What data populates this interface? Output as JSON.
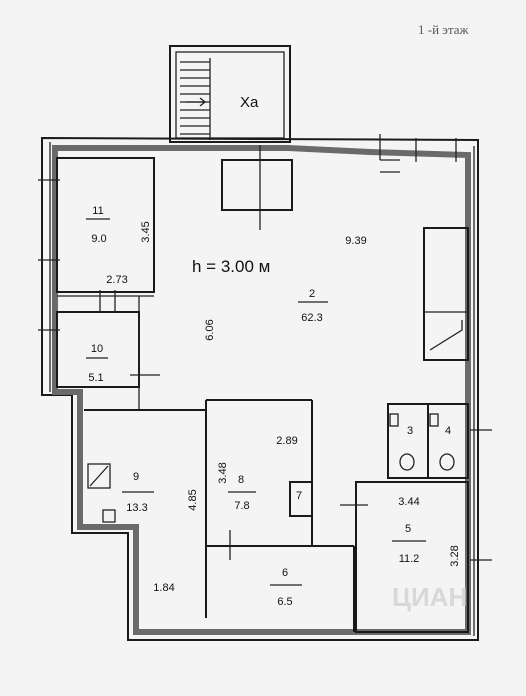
{
  "floor_label": "1 -й этаж",
  "height_label": "h = 3.00 м",
  "stair_label": "Ха",
  "watermark": "ЦИАН",
  "rooms": [
    {
      "number": "11",
      "area": "9.0"
    },
    {
      "number": "10",
      "area": "5.1"
    },
    {
      "number": "2",
      "area": "62.3"
    },
    {
      "number": "3"
    },
    {
      "number": "4"
    },
    {
      "number": "9",
      "area": "13.3"
    },
    {
      "number": "8",
      "area": "7.8"
    },
    {
      "number": "7"
    },
    {
      "number": "6",
      "area": "6.5"
    },
    {
      "number": "5",
      "area": "11.2"
    }
  ],
  "dimensions": [
    "3.45",
    "2.73",
    "6.06",
    "9.39",
    "2.89",
    "3.48",
    "4.85",
    "1.84",
    "3.44",
    "3.28"
  ]
}
